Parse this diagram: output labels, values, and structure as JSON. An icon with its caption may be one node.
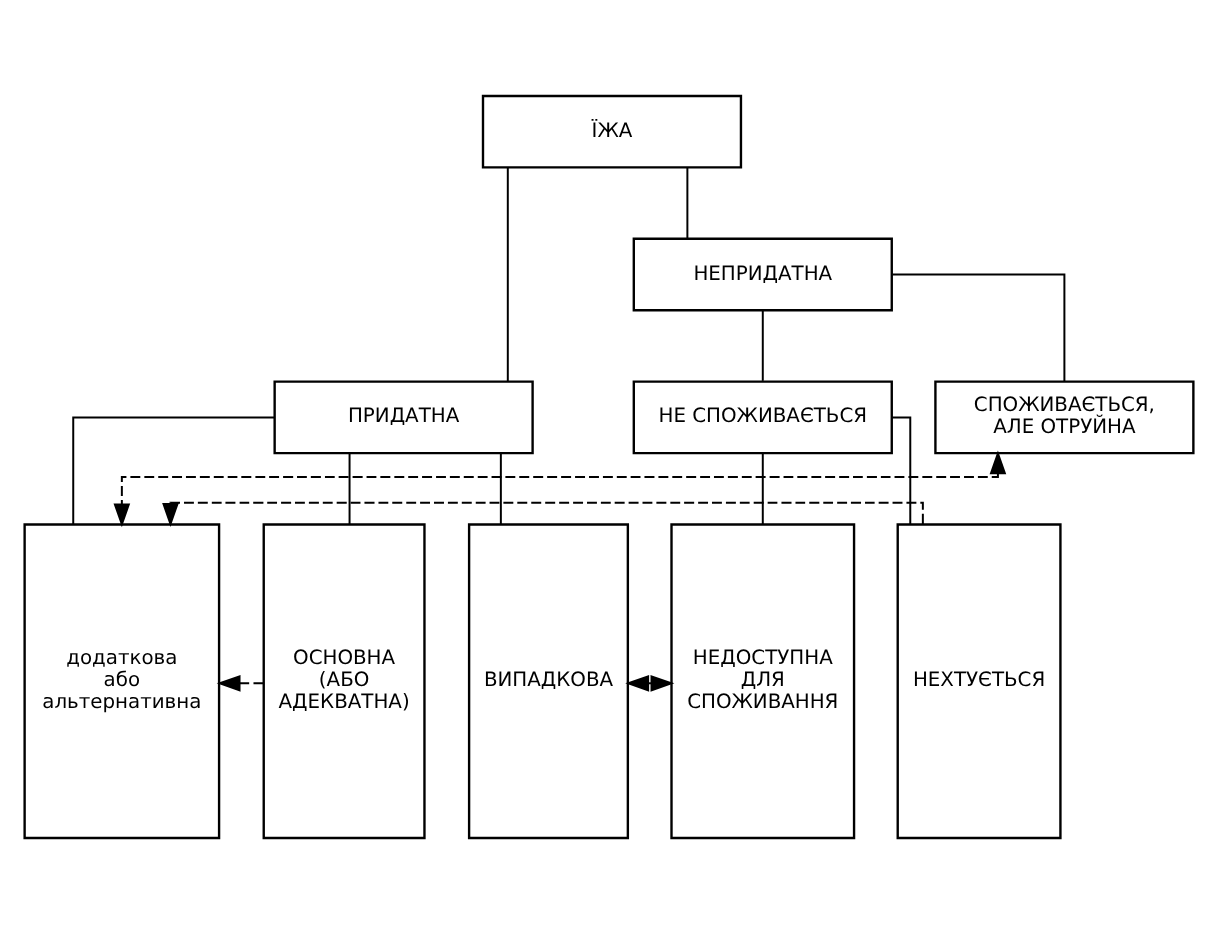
{
  "diagram": {
    "nodes": [
      {
        "text": [
          "ЇЖА"
        ]
      },
      {
        "text": [
          "ПРИДАТНА"
        ]
      },
      {
        "text": [
          "НЕПРИДАТНА"
        ]
      },
      {
        "text": [
          "НЕ СПОЖИВАЄТЬСЯ"
        ]
      },
      {
        "text": [
          "СПОЖИВАЄТЬСЯ, АЛЕ ОТРУЙНА"
        ]
      },
      {
        "text": [
          "додаткова або альтернативна"
        ]
      },
      {
        "text": [
          "ОСНОВНА (АБО АДЕКВАТНА)"
        ]
      },
      {
        "text": [
          "ВИПАДКОВА"
        ]
      },
      {
        "text": [
          "НЕДОСТУПНА ДЛЯ СПОЖИВАННЯ"
        ]
      },
      {
        "text": [
          "НЕХТУЄТЬСЯ"
        ]
      }
    ],
    "edges": [
      {
        "from": 0,
        "to": 1,
        "arrow": "none"
      },
      {
        "from": 0,
        "to": 2,
        "arrow": "none"
      },
      {
        "from": 1,
        "to": 5,
        "arrow": "none"
      },
      {
        "from": 1,
        "to": 6,
        "arrow": "none"
      },
      {
        "from": 1,
        "to": 7,
        "arrow": "none"
      },
      {
        "from": 2,
        "to": 3,
        "arrow": "none"
      },
      {
        "from": 2,
        "to": 4,
        "arrow": "none"
      },
      {
        "from": 3,
        "to": 8,
        "arrow": "none"
      },
      {
        "from": 3,
        "to": 9,
        "arrow": "none"
      },
      {
        "from": 7,
        "to": 8,
        "arrow": "both",
        "style": "dashed"
      },
      {
        "from": 6,
        "to": 5,
        "arrow": "to",
        "style": "dashed"
      },
      {
        "from": 9,
        "to": 5,
        "arrow": "to",
        "style": "dashed"
      },
      {
        "from": 4,
        "to": 5,
        "arrow": "both",
        "style": "dashed"
      }
    ]
  }
}
